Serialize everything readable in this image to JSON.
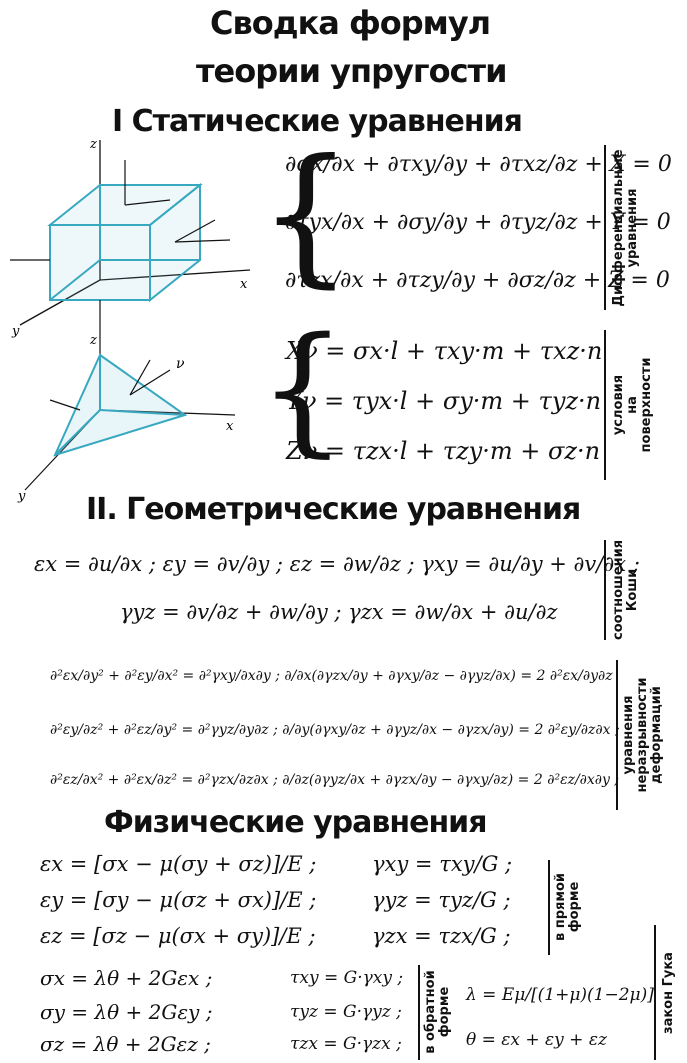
{
  "titles": {
    "main_1": "Сводка формул",
    "main_2": "теории упругости",
    "sec1": "I Статические уравнения",
    "sec2": "II. Геометрические уравнения",
    "sec3": "Физические уравнения"
  },
  "side_labels": {
    "diff": "Дифференциальные\nуравнения",
    "surface": "условия\nна\nповерхности",
    "cauchy": "соотношения\nКоши",
    "compat": "уравнения\nнеразрывности\nдеформаций",
    "direct": "в прямой\nформе",
    "inverse": "в обратной\nформе",
    "hooke": "закон Гука"
  },
  "static_eqs": [
    "∂σx/∂x + ∂τxy/∂y + ∂τxz/∂z + X = 0",
    "∂τyx/∂x + ∂σy/∂y + ∂τyz/∂z + Y = 0",
    "∂τzx/∂x + ∂τzy/∂y + ∂σz/∂z + Z = 0"
  ],
  "surface_eqs": [
    "Xν = σx·l + τxy·m + τxz·n",
    "Yν = τyx·l + σy·m + τyz·n",
    "Zν = τzx·l + τzy·m + σz·n"
  ],
  "cauchy_eqs": [
    "εx = ∂u/∂x ;  εy = ∂v/∂y ;  εz = ∂w/∂z ;  γxy = ∂u/∂y + ∂v/∂x ;",
    "γyz = ∂v/∂z + ∂w/∂y ;      γzx = ∂w/∂x + ∂u/∂z"
  ],
  "compat_eqs": [
    "∂²εx/∂y² + ∂²εy/∂x² = ∂²γxy/∂x∂y ;   ∂/∂x(∂γzx/∂y + ∂γxy/∂z − ∂γyz/∂x) = 2 ∂²εx/∂y∂z",
    "∂²εy/∂z² + ∂²εz/∂y² = ∂²γyz/∂y∂z ;   ∂/∂y(∂γxy/∂z + ∂γyz/∂x − ∂γzx/∂y) = 2 ∂²εy/∂z∂x ;",
    "∂²εz/∂x² + ∂²εx/∂z² = ∂²γzx/∂z∂x ;   ∂/∂z(∂γyz/∂x + ∂γzx/∂y − ∂γxy/∂z) = 2 ∂²εz/∂x∂y ;"
  ],
  "direct_eqs": [
    "εx = [σx − μ(σy + σz)]/E ;",
    "εy = [σy − μ(σz + σx)]/E ;",
    "εz = [σz − μ(σx + σy)]/E ;"
  ],
  "direct_shear": [
    "γxy = τxy/G ;",
    "γyz = τyz/G ;",
    "γzx = τzx/G ;"
  ],
  "inverse_eqs": [
    "σx = λθ + 2Gεx ;",
    "σy = λθ + 2Gεy ;",
    "σz = λθ + 2Gεz ;"
  ],
  "inverse_shear": [
    "τxy = G·γxy ;",
    "τyz = G·γyz ;",
    "τzx = G·γzx ;"
  ],
  "lame": [
    "λ = Eμ/[(1+μ)(1−2μ)]",
    "θ = εx + εy + εz"
  ],
  "figure_labels": {
    "z": "z",
    "x": "x",
    "y": "y",
    "z2": "z",
    "x2": "x",
    "y2": "y",
    "nu": "ν"
  }
}
